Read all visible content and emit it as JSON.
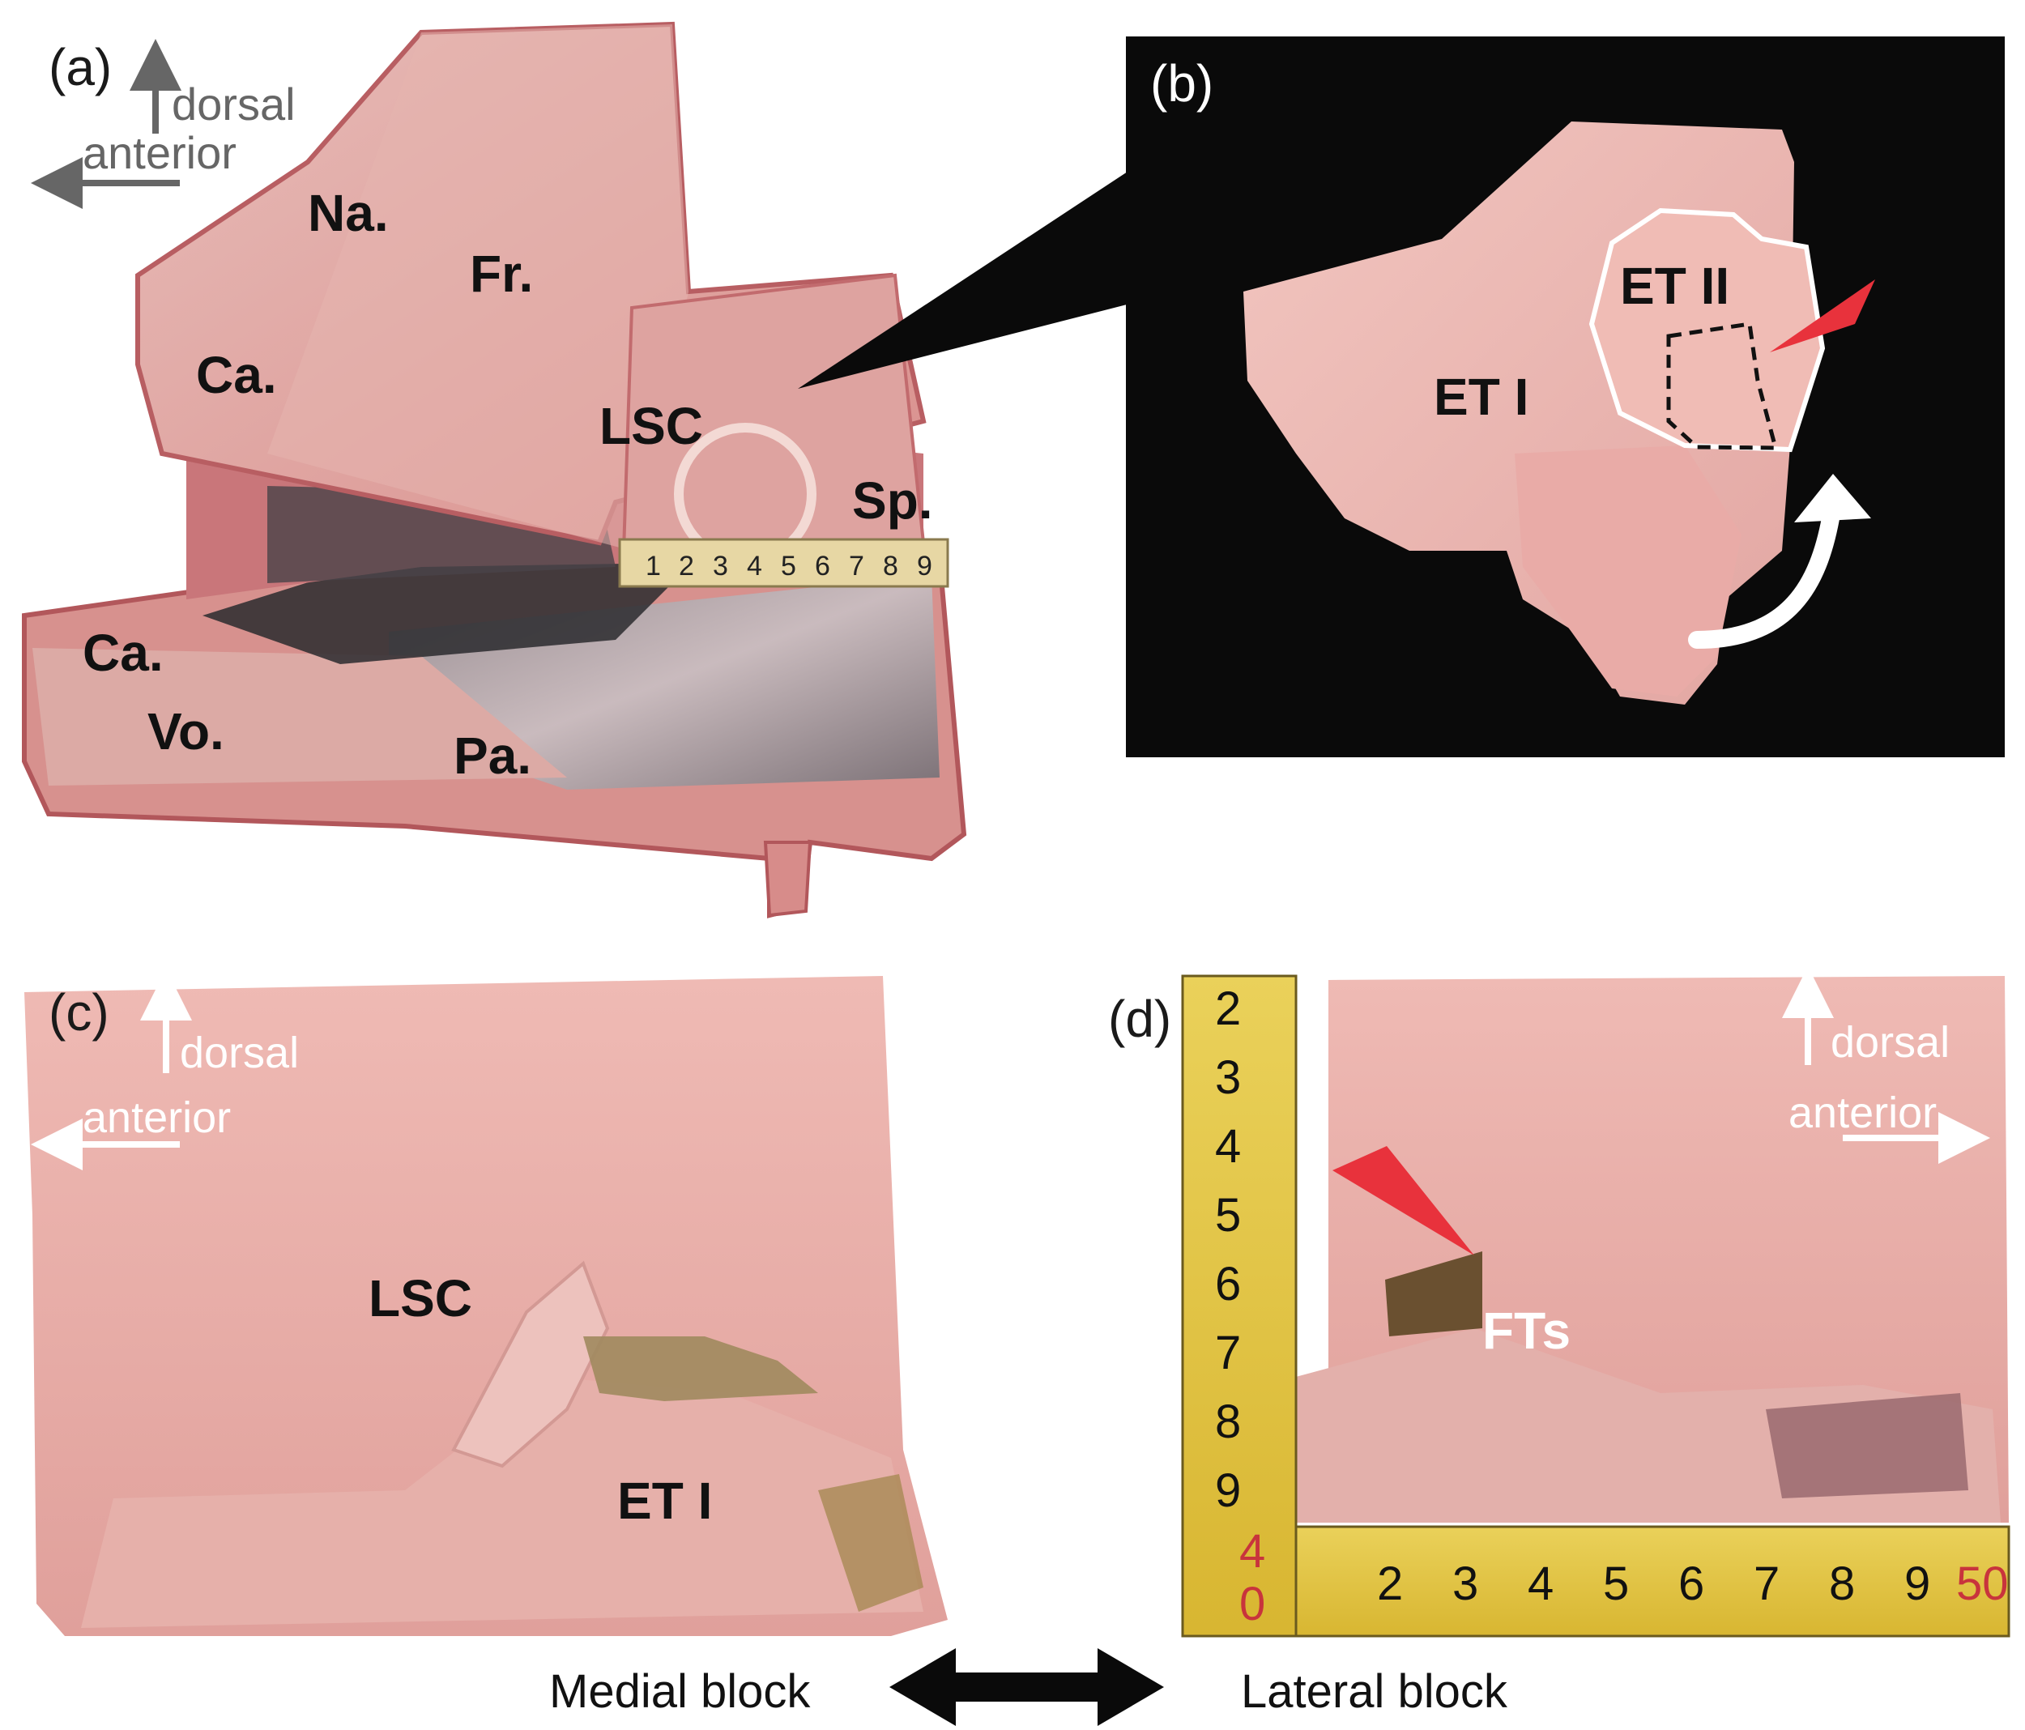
{
  "panels": {
    "a": {
      "letter": "(a)",
      "labels": {
        "na": "Na.",
        "fr": "Fr.",
        "ca_top": "Ca.",
        "lsc": "LSC",
        "sp": "Sp.",
        "ca_bottom": "Ca.",
        "vo": "Vo.",
        "pa": "Pa."
      },
      "orientation": {
        "dorsal": "dorsal",
        "anterior": "anterior"
      },
      "ruler_ticks": [
        "1",
        "2",
        "3",
        "4",
        "5",
        "6",
        "7",
        "8",
        "9"
      ]
    },
    "b": {
      "letter": "(b)",
      "labels": {
        "et1": "ET I",
        "et2": "ET II"
      }
    },
    "c": {
      "letter": "(c)",
      "labels": {
        "lsc": "LSC",
        "et1": "ET I"
      },
      "orientation": {
        "dorsal": "dorsal",
        "anterior": "anterior"
      }
    },
    "d": {
      "letter": "(d)",
      "labels": {
        "fts": "FTs"
      },
      "orientation": {
        "dorsal": "dorsal",
        "anterior": "anterior"
      },
      "vertical_ruler": [
        "2",
        "3",
        "4",
        "5",
        "6",
        "7",
        "8",
        "9",
        "4",
        "0"
      ],
      "horizontal_ruler": [
        "2",
        "3",
        "4",
        "5",
        "6",
        "7",
        "8",
        "9",
        "50"
      ]
    }
  },
  "footer": {
    "medial": "Medial block",
    "lateral": "Lateral block"
  },
  "colors": {
    "tissue": "#e8a9a4",
    "tissue_light": "#efc0bb",
    "bone": "#d99a96",
    "blood": "#c8434b",
    "black_bg": "#0a0a0a",
    "arrowhead_red": "#e8323c",
    "ruler_yellow": "#e2c13c"
  }
}
